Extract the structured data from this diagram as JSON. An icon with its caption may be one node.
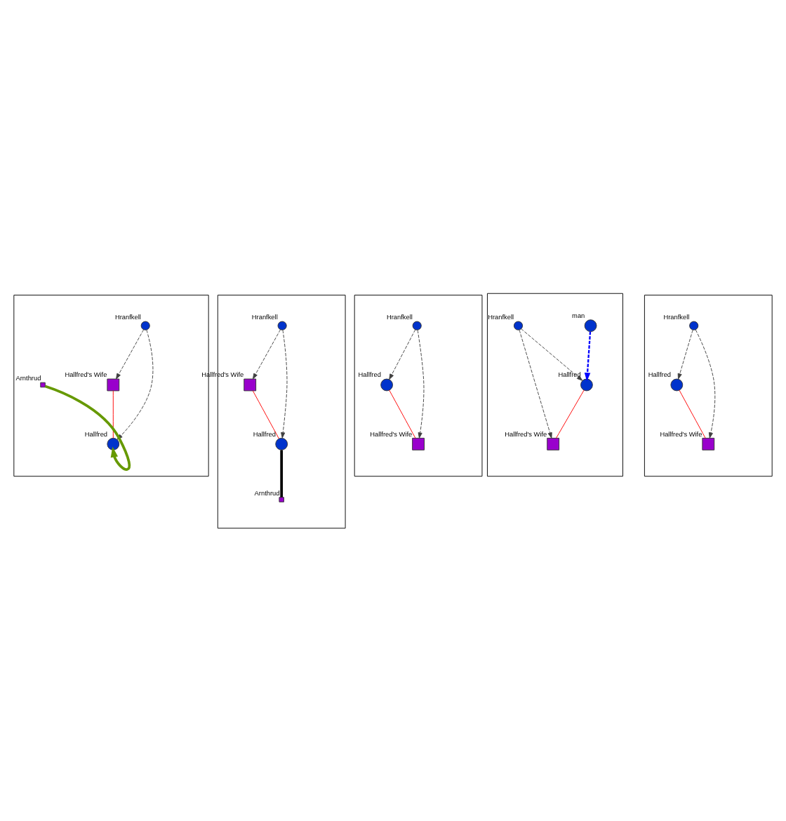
{
  "diagram": {
    "nodes": [
      {
        "text": [],
        "shape": "box"
      },
      {
        "text": [
          "Hallfred's Wife"
        ],
        "in": 0
      },
      {
        "text": [
          "Hranfkell"
        ],
        "in": 0
      },
      {
        "text": [
          "Hallfred"
        ],
        "in": 0
      },
      {
        "text": [
          "Arnthrud"
        ],
        "in": 0
      },
      {
        "text": [],
        "shape": "box"
      },
      {
        "text": [
          "Hallfred's Wife"
        ],
        "in": 5
      },
      {
        "text": [
          "Hranfkell"
        ],
        "in": 5
      },
      {
        "text": [
          "Hallfred"
        ],
        "in": 5
      },
      {
        "text": [
          "Arnthrud"
        ],
        "in": 5
      },
      {
        "text": [],
        "shape": "box"
      },
      {
        "text": [
          "Hallfred"
        ],
        "in": 10
      },
      {
        "text": [
          "Hallfred's Wife"
        ],
        "in": 10
      },
      {
        "text": [
          "Hranfkell"
        ],
        "in": 10
      },
      {
        "text": [],
        "shape": "box"
      },
      {
        "text": [
          "man"
        ],
        "in": 14
      },
      {
        "text": [
          "Hallfred"
        ],
        "in": 14
      },
      {
        "text": [
          "Hallfred's Wife"
        ],
        "in": 14
      },
      {
        "text": [
          "Hranfkell"
        ],
        "in": 14
      },
      {
        "text": [],
        "shape": "box"
      },
      {
        "text": [
          "Hallfred"
        ],
        "in": 19
      },
      {
        "text": [
          "Hallfred's Wife"
        ],
        "in": 19
      },
      {
        "text": [
          "Hranfkell"
        ],
        "in": 19
      }
    ],
    "edges": [
      {
        "from": 2,
        "to": 1,
        "arrow": "to",
        "style": "dashed"
      },
      {
        "from": 2,
        "to": 3,
        "arrow": "to",
        "style": "dashed"
      },
      {
        "from": 1,
        "to": 3,
        "arrow": "none",
        "color": "#ff0000"
      },
      {
        "from": 4,
        "to": 3,
        "arrow": "to",
        "style": "thick",
        "color": "#669900"
      },
      {
        "from": 7,
        "to": 6,
        "arrow": "to",
        "style": "dashed"
      },
      {
        "from": 7,
        "to": 8,
        "arrow": "to",
        "style": "dashed"
      },
      {
        "from": 6,
        "to": 8,
        "arrow": "none",
        "color": "#ff0000"
      },
      {
        "from": 8,
        "to": 9,
        "arrow": "none",
        "style": "thick",
        "color": "#000000"
      },
      {
        "from": 11,
        "to": 12,
        "arrow": "none",
        "color": "#ff0000"
      },
      {
        "from": 13,
        "to": 11,
        "arrow": "to",
        "style": "dashed"
      },
      {
        "from": 13,
        "to": 12,
        "arrow": "to",
        "style": "dashed"
      },
      {
        "from": 15,
        "to": 16,
        "arrow": "to",
        "style": "dashed",
        "color": "#0000ff"
      },
      {
        "from": 16,
        "to": 17,
        "arrow": "none",
        "color": "#ff0000"
      },
      {
        "from": 18,
        "to": 16,
        "arrow": "to",
        "style": "dashed"
      },
      {
        "from": 18,
        "to": 17,
        "arrow": "to",
        "style": "dashed"
      },
      {
        "from": 20,
        "to": 21,
        "arrow": "none",
        "color": "#ff0000"
      },
      {
        "from": 22,
        "to": 20,
        "arrow": "to",
        "style": "dashed"
      },
      {
        "from": 22,
        "to": 21,
        "arrow": "to",
        "style": "dashed"
      }
    ]
  }
}
